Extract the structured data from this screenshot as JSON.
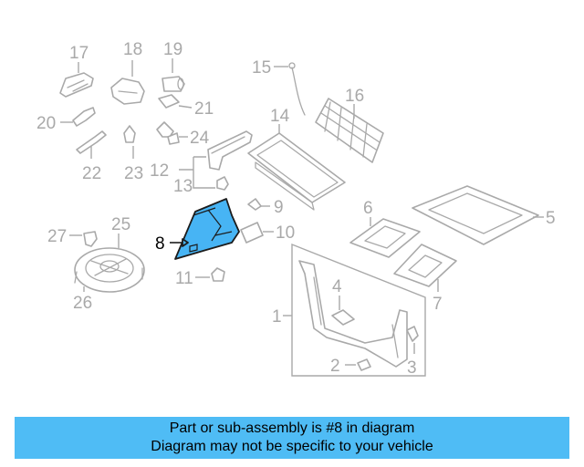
{
  "diagram": {
    "callouts": {
      "c1": "1",
      "c2": "2",
      "c3": "3",
      "c4": "4",
      "c5": "5",
      "c6": "6",
      "c7": "7",
      "c8": "8",
      "c9": "9",
      "c10": "10",
      "c11": "11",
      "c12": "12",
      "c13": "13",
      "c14": "14",
      "c15": "15",
      "c16": "16",
      "c17": "17",
      "c18": "18",
      "c19": "19",
      "c20": "20",
      "c21": "21",
      "c22": "22",
      "c23": "23",
      "c24": "24",
      "c25": "25",
      "c26": "26",
      "c27": "27"
    },
    "highlight_color": "#47b4f4",
    "line_color": "#a9a9a9"
  },
  "banner": {
    "line1": "Part or sub-assembly is #8 in diagram",
    "line2": "Diagram may not be specific to your vehicle",
    "background": "#4fbcf5"
  }
}
